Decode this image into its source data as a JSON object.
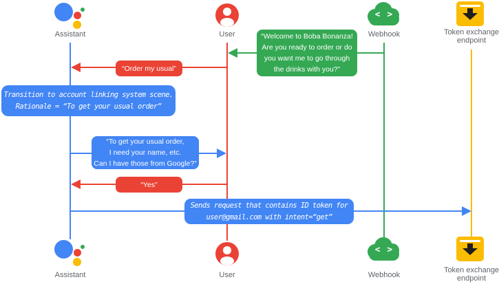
{
  "palette": {
    "blue": "#4285F4",
    "red": "#EA4335",
    "green": "#34A853",
    "yellow": "#FBBC04",
    "label_gray": "#5F6368"
  },
  "actors": {
    "assistant": {
      "label": "Assistant"
    },
    "user": {
      "label": "User"
    },
    "webhook": {
      "label": "Webhook"
    },
    "token_endpoint": {
      "label_line1": "Token exchange",
      "label_line2": "endpoint"
    }
  },
  "icons": {
    "webhook_glyph": "< >"
  },
  "messages": {
    "welcome": {
      "from": "webhook",
      "to": "user",
      "color": "#34A853",
      "lines": [
        "“Welcome to Boba Bonanza!",
        "Are you ready to order or do",
        "you want me to go through",
        "the drinks with you?”"
      ]
    },
    "order_usual": {
      "from": "user",
      "to": "assistant",
      "color": "#EA4335",
      "text": "“Order my usual”"
    },
    "transition_note": {
      "actor": "assistant",
      "color": "#4285F4",
      "lines": [
        "Transition to account linking system scene.",
        "Rationale = “To get your usual order”"
      ]
    },
    "ask_permission": {
      "from": "assistant",
      "to": "user",
      "color": "#4285F4",
      "lines": [
        "“To get your usual order,",
        "I need your name, etc.",
        "Can I have those from Google?”"
      ]
    },
    "yes": {
      "from": "user",
      "to": "assistant",
      "color": "#EA4335",
      "text": "“Yes”"
    },
    "send_request": {
      "from": "assistant",
      "to": "token_endpoint",
      "color": "#4285F4",
      "lines": [
        "Sends request that contains ID token for",
        "user@gmail.com with intent=“get”"
      ]
    }
  }
}
